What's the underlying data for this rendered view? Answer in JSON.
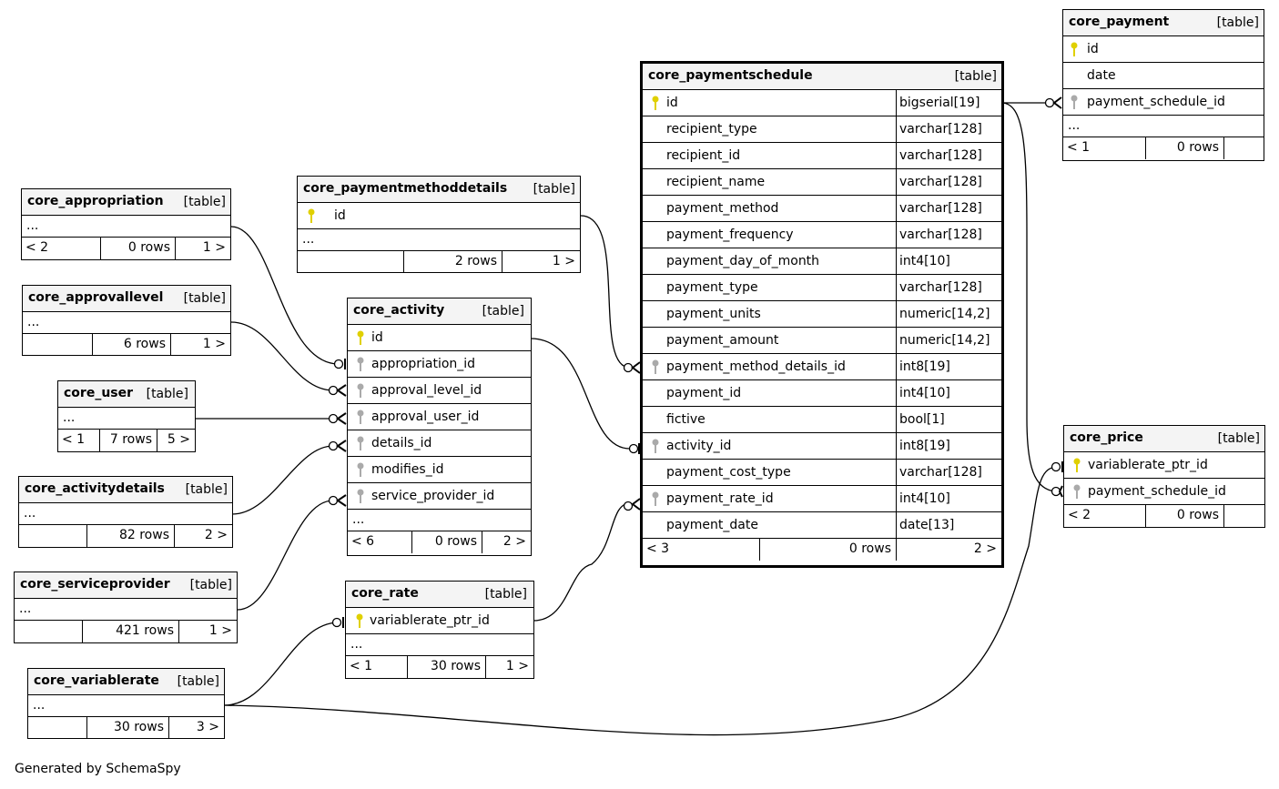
{
  "footer_text": "Generated by SchemaSpy",
  "colors": {
    "primary_key": "#e0d000",
    "foreign_key": "#aaaaaa",
    "header_bg": "#f4f4f4",
    "line": "#000000"
  },
  "tables": {
    "core_payment": {
      "name": "core_payment",
      "tag": "[table]",
      "columns": [
        "id",
        "date",
        "payment_schedule_id"
      ],
      "ellipsis": "...",
      "parents": "< 1",
      "rows": "0 rows",
      "children": ""
    },
    "core_paymentschedule": {
      "name": "core_paymentschedule",
      "tag": "[table]",
      "columns": [
        {
          "name": "id",
          "type": "bigserial[19]"
        },
        {
          "name": "recipient_type",
          "type": "varchar[128]"
        },
        {
          "name": "recipient_id",
          "type": "varchar[128]"
        },
        {
          "name": "recipient_name",
          "type": "varchar[128]"
        },
        {
          "name": "payment_method",
          "type": "varchar[128]"
        },
        {
          "name": "payment_frequency",
          "type": "varchar[128]"
        },
        {
          "name": "payment_day_of_month",
          "type": "int4[10]"
        },
        {
          "name": "payment_type",
          "type": "varchar[128]"
        },
        {
          "name": "payment_units",
          "type": "numeric[14,2]"
        },
        {
          "name": "payment_amount",
          "type": "numeric[14,2]"
        },
        {
          "name": "payment_method_details_id",
          "type": "int8[19]"
        },
        {
          "name": "payment_id",
          "type": "int4[10]"
        },
        {
          "name": "fictive",
          "type": "bool[1]"
        },
        {
          "name": "activity_id",
          "type": "int8[19]"
        },
        {
          "name": "payment_cost_type",
          "type": "varchar[128]"
        },
        {
          "name": "payment_rate_id",
          "type": "int4[10]"
        },
        {
          "name": "payment_date",
          "type": "date[13]"
        }
      ],
      "parents": "< 3",
      "rows": "0 rows",
      "children": "2 >"
    },
    "core_paymentmethoddetails": {
      "name": "core_paymentmethoddetails",
      "tag": "[table]",
      "columns": [
        "id"
      ],
      "ellipsis": "...",
      "parents": "",
      "rows": "2 rows",
      "children": "1 >"
    },
    "core_appropriation": {
      "name": "core_appropriation",
      "tag": "[table]",
      "ellipsis": "...",
      "parents": "< 2",
      "rows": "0 rows",
      "children": "1 >"
    },
    "core_approvallevel": {
      "name": "core_approvallevel",
      "tag": "[table]",
      "ellipsis": "...",
      "parents": "",
      "rows": "6 rows",
      "children": "1 >"
    },
    "core_user": {
      "name": "core_user",
      "tag": "[table]",
      "ellipsis": "...",
      "parents": "< 1",
      "rows": "7 rows",
      "children": "5 >"
    },
    "core_activitydetails": {
      "name": "core_activitydetails",
      "tag": "[table]",
      "ellipsis": "...",
      "parents": "",
      "rows": "82 rows",
      "children": "2 >"
    },
    "core_serviceprovider": {
      "name": "core_serviceprovider",
      "tag": "[table]",
      "ellipsis": "...",
      "parents": "",
      "rows": "421 rows",
      "children": "1 >"
    },
    "core_variablerate": {
      "name": "core_variablerate",
      "tag": "[table]",
      "ellipsis": "...",
      "parents": "",
      "rows": "30 rows",
      "children": "3 >"
    },
    "core_activity": {
      "name": "core_activity",
      "tag": "[table]",
      "columns": [
        "id",
        "appropriation_id",
        "approval_level_id",
        "approval_user_id",
        "details_id",
        "modifies_id",
        "service_provider_id"
      ],
      "ellipsis": "...",
      "parents": "< 6",
      "rows": "0 rows",
      "children": "2 >"
    },
    "core_rate": {
      "name": "core_rate",
      "tag": "[table]",
      "columns": [
        "variablerate_ptr_id"
      ],
      "ellipsis": "...",
      "parents": "< 1",
      "rows": "30 rows",
      "children": "1 >"
    },
    "core_price": {
      "name": "core_price",
      "tag": "[table]",
      "columns": [
        "variablerate_ptr_id",
        "payment_schedule_id"
      ],
      "parents": "< 2",
      "rows": "0 rows",
      "children": ""
    }
  }
}
